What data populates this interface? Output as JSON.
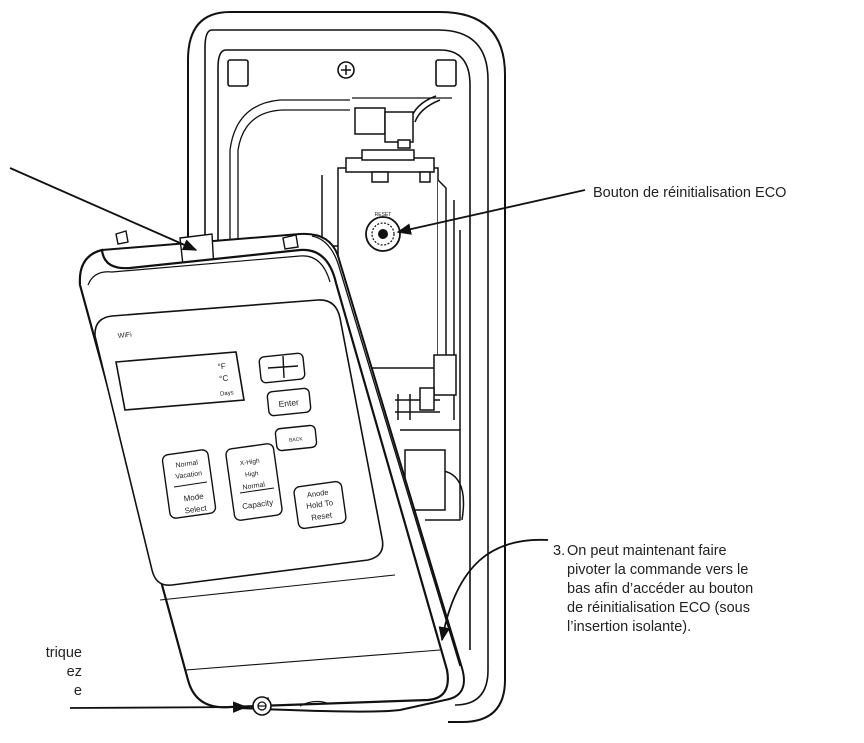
{
  "labels": {
    "eco_reset_button": "Bouton de réinitialisation ECO",
    "step3_prefix": "3.",
    "step3_text": "On peut maintenant faire\npivoter la commande vers le\nbas afin d’accéder au bouton\nde réinitialisation ECO (sous\nl’insertion isolante).",
    "left_fragment": "trique\nez\ne"
  },
  "control_panel": {
    "wifi": "WiFi",
    "unit_f": "°F",
    "unit_c": "°C",
    "unit_days": "Days",
    "buttons": {
      "plus": "+",
      "minus": "−",
      "enter": "Enter",
      "back": "BACK",
      "mode_top_1": "Normal",
      "mode_top_2": "Vacation",
      "mode_bottom_1": "Mode",
      "mode_bottom_2": "Select",
      "cap_top_1": "X-High",
      "cap_top_2": "High",
      "cap_top_3": "Normal",
      "cap_bottom": "Capacity",
      "anode_1": "Anode",
      "anode_2": "Hold To",
      "anode_3": "Reset"
    }
  },
  "reset_knob_text": "RESET"
}
